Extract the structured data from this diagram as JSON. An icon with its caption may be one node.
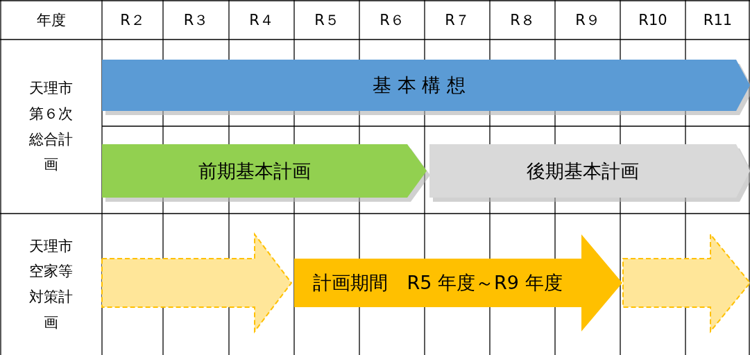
{
  "diagram": {
    "nodes": [
      {
        "text": [
          "基 本 構 想"
        ]
      },
      {
        "text": [
          "前期基本計画"
        ]
      },
      {
        "text": [
          "後期基本計画"
        ]
      },
      {
        "text": [],
        "shape": "arrow"
      },
      {
        "text": [
          "計画期間　R5 年度～R9 年度"
        ]
      },
      {
        "text": [],
        "shape": "arrow"
      }
    ],
    "edges": [],
    "labels": [
      "年度",
      "R２",
      "R３",
      "R４",
      "R５",
      "R６",
      "R７",
      "R８",
      "R９",
      "R10",
      "R11",
      "天理市第６次総合計画",
      "天理市空家等対策計画"
    ]
  }
}
